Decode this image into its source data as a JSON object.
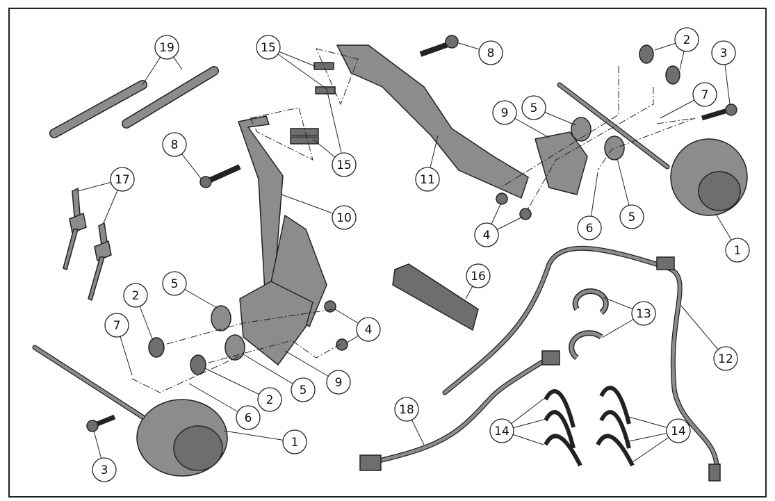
{
  "diagram": {
    "callouts": [
      {
        "id": "c19",
        "label": "19"
      },
      {
        "id": "c15a",
        "label": "15"
      },
      {
        "id": "c15b",
        "label": "15"
      },
      {
        "id": "c8a",
        "label": "8"
      },
      {
        "id": "c8b",
        "label": "8"
      },
      {
        "id": "c2a",
        "label": "2"
      },
      {
        "id": "c2b",
        "label": "2"
      },
      {
        "id": "c2c",
        "label": "2"
      },
      {
        "id": "c3a",
        "label": "3"
      },
      {
        "id": "c3b",
        "label": "3"
      },
      {
        "id": "c7a",
        "label": "7"
      },
      {
        "id": "c7b",
        "label": "7"
      },
      {
        "id": "c9a",
        "label": "9"
      },
      {
        "id": "c9b",
        "label": "9"
      },
      {
        "id": "c5a",
        "label": "5"
      },
      {
        "id": "c5b",
        "label": "5"
      },
      {
        "id": "c5c",
        "label": "5"
      },
      {
        "id": "c5d",
        "label": "5"
      },
      {
        "id": "c11",
        "label": "11"
      },
      {
        "id": "c10",
        "label": "10"
      },
      {
        "id": "c17",
        "label": "17"
      },
      {
        "id": "c4a",
        "label": "4"
      },
      {
        "id": "c4b",
        "label": "4"
      },
      {
        "id": "c6a",
        "label": "6"
      },
      {
        "id": "c6b",
        "label": "6"
      },
      {
        "id": "c1a",
        "label": "1"
      },
      {
        "id": "c1b",
        "label": "1"
      },
      {
        "id": "c16",
        "label": "16"
      },
      {
        "id": "c13",
        "label": "13"
      },
      {
        "id": "c12",
        "label": "12"
      },
      {
        "id": "c18",
        "label": "18"
      },
      {
        "id": "c14a",
        "label": "14"
      },
      {
        "id": "c14b",
        "label": "14"
      }
    ]
  }
}
